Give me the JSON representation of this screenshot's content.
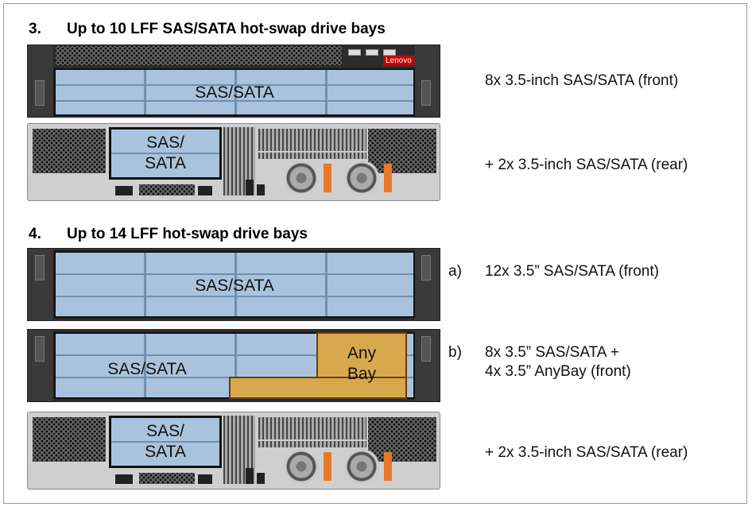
{
  "sections": [
    {
      "number": "3.",
      "title": "Up to 10 LFF SAS/SATA hot-swap drive bays"
    },
    {
      "number": "4.",
      "title": "Up to 14 LFF hot-swap drive bays"
    }
  ],
  "servers": {
    "s3_front": {
      "bay_label": "SAS/SATA",
      "logo": "Lenovo"
    },
    "s3_rear": {
      "cage_label": "SAS/\nSATA"
    },
    "s4a_front": {
      "bay_label": "SAS/SATA"
    },
    "s4b_front": {
      "bay_label": "SAS/SATA",
      "anybay_label": "Any\nBay"
    },
    "s4_rear": {
      "cage_label": "SAS/\nSATA"
    }
  },
  "descriptions": {
    "s3_front": "8x 3.5-inch SAS/SATA (front)",
    "s3_rear": "+ 2x 3.5-inch SAS/SATA (rear)",
    "s4a_marker": "a)",
    "s4a": "12x 3.5” SAS/SATA (front)",
    "s4b_marker": "b)",
    "s4b_line1": "8x 3.5” SAS/SATA +",
    "s4b_line2": "4x 3.5” AnyBay (front)",
    "s4_rear": "+ 2x 3.5-inch SAS/SATA (rear)"
  },
  "colors": {
    "sas_sata_bays": "#a9c3dd",
    "anybay": "#d8a94c",
    "psu_handle": "#e9772a"
  }
}
